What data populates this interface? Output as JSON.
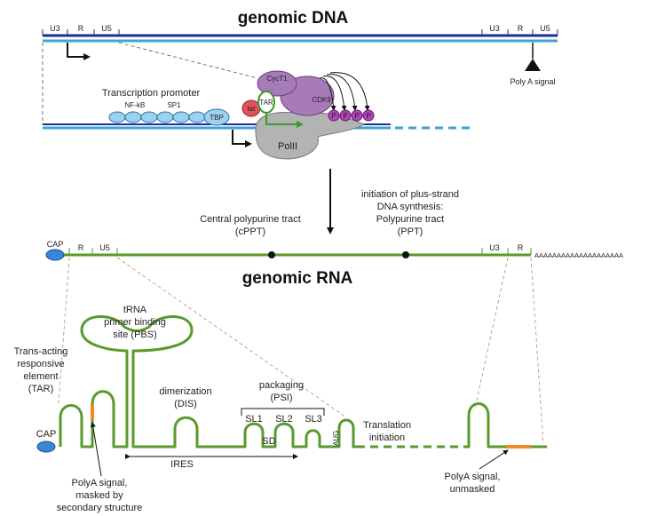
{
  "titles": {
    "dna": "genomic DNA",
    "rna": "genomic RNA"
  },
  "dna_segments": {
    "u3_left": "U3",
    "r_left": "R",
    "u5_left": "U5",
    "u3_right": "U3",
    "r_right": "R",
    "u5_right": "U5"
  },
  "labels": {
    "polya_signal": "Poly A signal",
    "transcription_promoter": "Transcription promoter",
    "nfkb": "NF-kB",
    "sp1": "SP1",
    "tbp": "TBP",
    "cyct1": "CycT1",
    "cdk9": "CDK9",
    "tat": "tat",
    "tar": "TAR",
    "polii": "PolII",
    "phospho": "P",
    "cppt_line1": "Central polypurine tract",
    "cppt_line2": "(cPPT)",
    "ppt_line1": "initiation of plus-strand",
    "ppt_line2": "DNA synthesis:",
    "ppt_line3": "Polypurine tract",
    "ppt_line4": "(PPT)"
  },
  "rna_segments": {
    "cap": "CAP",
    "r_left": "R",
    "u5": "U5",
    "u3": "U3",
    "r_right": "R",
    "polya_tail": "AAAAAAAAAAAAAAAAAAAA"
  },
  "structures": {
    "pbs_line1": "tRNA",
    "pbs_line2": "primer binding",
    "pbs_line3": "site (PBS)",
    "tar_line1": "Trans-acting",
    "tar_line2": "responsive",
    "tar_line3": "element",
    "tar_line4": "(TAR)",
    "dis_line1": "dimerization",
    "dis_line2": "(DIS)",
    "psi_line1": "packaging",
    "psi_line2": "(PSI)",
    "sl1": "SL1",
    "sl2": "SL2",
    "sl3": "SL3",
    "sd": "SD",
    "aug": "AUG",
    "ires": "IRES",
    "translation_line1": "Translation",
    "translation_line2": "initiation",
    "cap": "CAP",
    "masked_line1": "PolyA signal,",
    "masked_line2": "masked by",
    "masked_line3": "secondary structure",
    "unmasked_line1": "PolyA signal,",
    "unmasked_line2": "unmasked"
  },
  "colors": {
    "dna_navy": "#1f2f8f",
    "dna_cyan": "#3fa3d6",
    "rna_green": "#5a9a2a",
    "protein_purple": "#a77ab8",
    "phospho_magenta": "#b044b8",
    "tat_red": "#e0525a",
    "polii_grey": "#b3b3b3",
    "polya_orange": "#f08a24",
    "promoter_blue": "#9fd0ee"
  }
}
